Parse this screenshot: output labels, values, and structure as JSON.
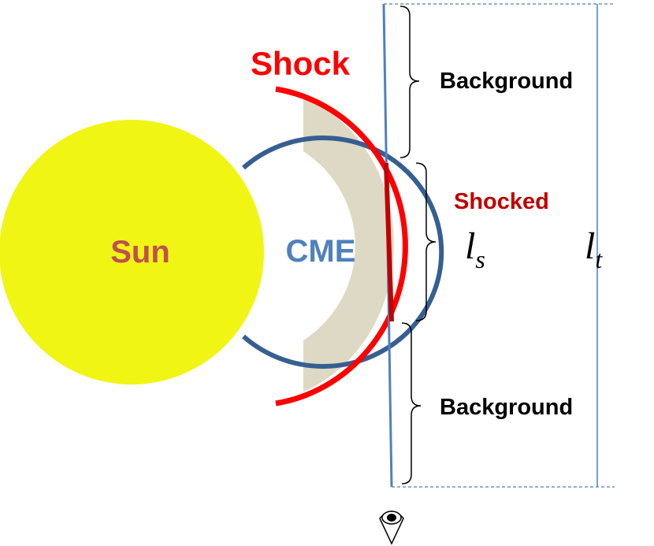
{
  "labels": {
    "sun": "Sun",
    "cme": "CME",
    "shock": "Shock",
    "background_top": "Background",
    "shocked": "Shocked",
    "background_bottom": "Background",
    "ls_symbol": "l",
    "ls_subscript": "s",
    "lt_symbol": "l",
    "lt_subscript": "t"
  },
  "colors": {
    "sun_fill": "#f0f514",
    "sun_text": "#c0504d",
    "cme_outline": "#365f91",
    "cme_text": "#4f81bd",
    "shock": "#ff0000",
    "shock_text": "#ff0000",
    "sheath_fill": "#ddd9c4",
    "line_of_sight": "#4f81bd",
    "shocked_segment": "#c00000",
    "shocked_text": "#c00000",
    "brace": "#000000",
    "background_text": "#000000"
  },
  "icons": {
    "observer": "eye-icon"
  }
}
